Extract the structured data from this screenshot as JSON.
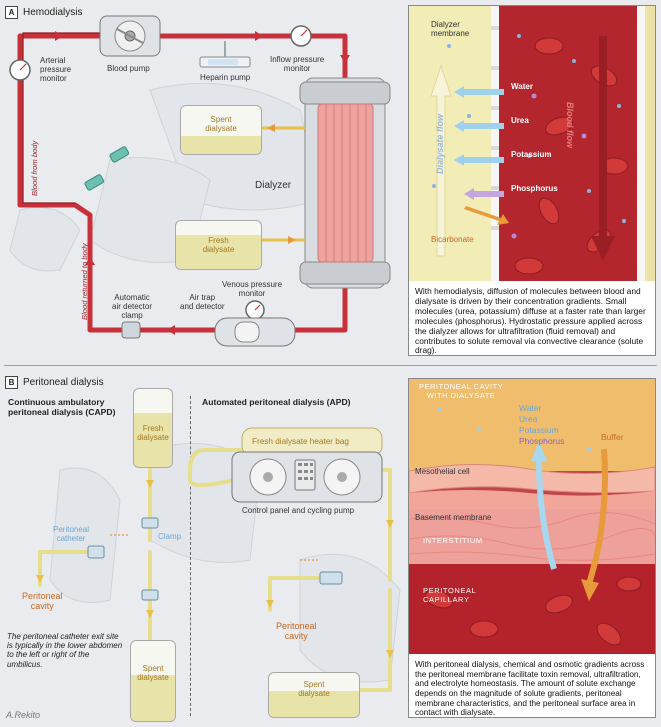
{
  "panel_a": {
    "letter": "A",
    "title": "Hemodialysis",
    "labels": {
      "arterial_monitor": "Arterial\npressure\nmonitor",
      "blood_pump": "Blood pump",
      "heparin_pump": "Heparin pump",
      "inflow_monitor": "Inflow pressure\nmonitor",
      "spent_dialysate": "Spent\ndialysate",
      "fresh_dialysate": "Fresh\ndialysate",
      "dialyzer": "Dialyzer",
      "venous_monitor": "Venous pressure\nmonitor",
      "air_trap": "Air trap\nand detector",
      "air_detector_clamp": "Automatic\nair detector\nclamp",
      "blood_from_body": "Blood from body",
      "blood_returned": "Blood returned to body"
    },
    "inset": {
      "membrane_label": "Dialyzer\nmembrane",
      "dialysate_flow": "Dialysate flow",
      "blood_flow": "Blood flow",
      "molecules": [
        "Water",
        "Urea",
        "Potassium",
        "Phosphorus"
      ],
      "bicarbonate": "Bicarbonate",
      "caption": "With hemodialysis, diffusion of molecules between blood and dialysate is driven by their concentration gradients. Small molecules (urea, potassium) diffuse at a faster rate than larger molecules (phosphorus). Hydrostatic pressure applied across the dialyzer allows for ultrafiltration (fluid removal) and contributes to solute removal via convective clearance (solute drag)."
    }
  },
  "panel_b": {
    "letter": "B",
    "title": "Peritoneal dialysis",
    "capd": {
      "heading": "Continuous ambulatory\nperitoneal dialysis (CAPD)",
      "fresh_dialysate": "Fresh\ndialysate",
      "catheter": "Peritoneal\ncatheter",
      "clamp": "Clamp",
      "cavity": "Peritoneal\ncavity",
      "spent_dialysate": "Spent\ndialysate",
      "note": "The peritoneal catheter exit site is typically in the lower abdomen to the left or right of the umbilicus."
    },
    "apd": {
      "heading": "Automated peritoneal dialysis (APD)",
      "heater_bag": "Fresh dialysate heater bag",
      "control_panel": "Control panel and cycling pump",
      "cavity": "Peritoneal\ncavity",
      "spent_dialysate": "Spent\ndialysate"
    },
    "inset": {
      "cavity_label": "PERITONEAL CAVITY\nWITH DIALYSATE",
      "molecules": [
        "Water",
        "Urea",
        "Potassium",
        "Phosphorus"
      ],
      "buffer": "Buffer",
      "mesothelial": "Mesothelial cell",
      "basement": "Basement membrane",
      "interstitium": "INTERSTITIUM",
      "capillary": "PERITONEAL\nCAPILLARY",
      "caption": "With peritoneal dialysis, chemical and osmotic gradients across the peritoneal membrane facilitate toxin removal, ultrafiltration, and electrolyte homeostasis. The amount of solute exchange depends on the magnitude of solute gradients, peritoneal membrane characteristics, and the peritoneal surface area in contact with dialysate."
    }
  },
  "signature": "A.Rekito",
  "colors": {
    "blood": "#c8313a",
    "dialysate": "#e6de8c",
    "arrow_orange": "#e79a3a",
    "arrow_blue": "#9fd0ec",
    "membrane_pink": "#eea3a0"
  }
}
